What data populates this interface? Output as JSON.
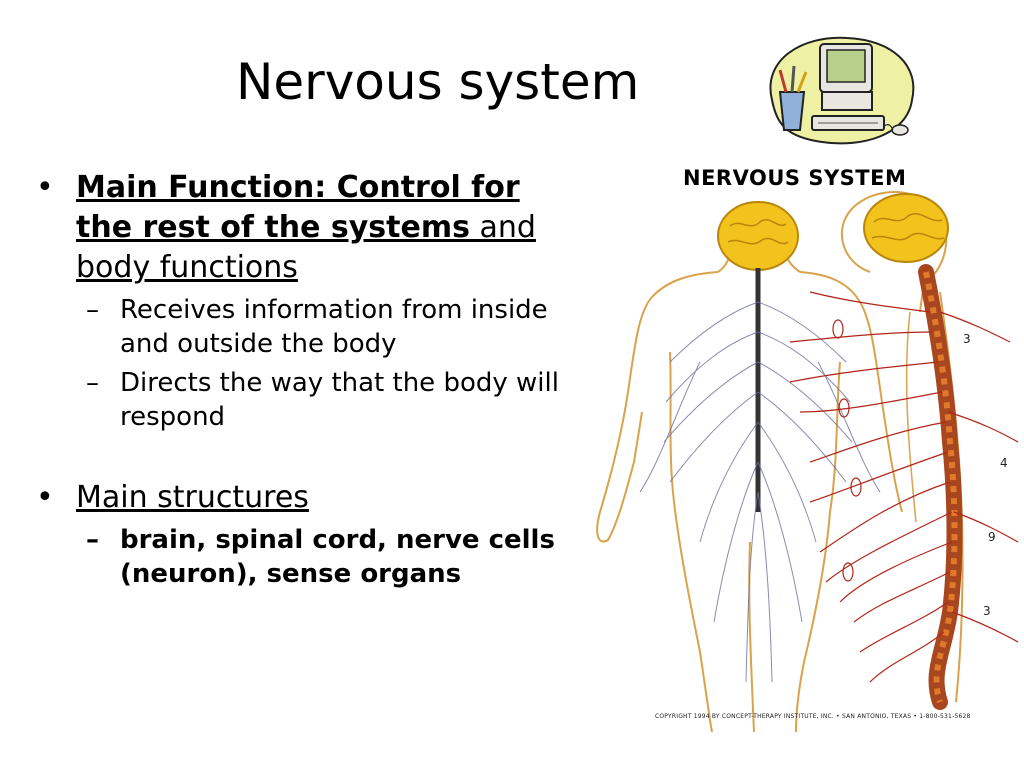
{
  "slide": {
    "title": "Nervous system",
    "bullet1": {
      "bold_part": "Main Function: Control for the rest of the systems",
      "rest_part": " and body functions",
      "subs": [
        "Receives information from inside and outside the body",
        "Directs the way that the body will respond"
      ]
    },
    "bullet2": {
      "text": "Main structures",
      "sub": "brain, spinal cord, nerve cells (neuron), sense organs"
    }
  },
  "figure": {
    "heading": "NERVOUS SYSTEM",
    "copyright": "COPYRIGHT 1994 BY CONCEPT-THERAPY INSTITUTE, INC. • SAN ANTONIO, TEXAS • 1-800-531-5628",
    "labels": [
      "3",
      "4",
      "9",
      "3"
    ]
  },
  "icons": {
    "bullet": "•",
    "dash": "–",
    "clipart": "computer-clipart-icon"
  },
  "colors": {
    "nerve": "#b22418",
    "brain": "#f2c21d",
    "outline": "#d9a24c",
    "spine": "#a8461f"
  }
}
